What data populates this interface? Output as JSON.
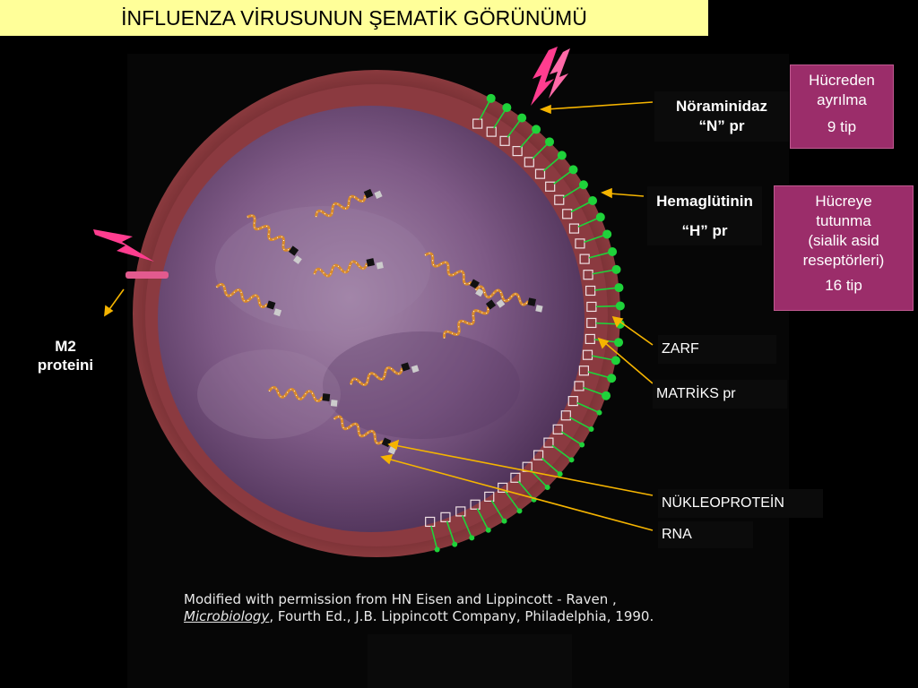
{
  "title": "İNFLUENZA VİRUSUNUN ŞEMATİK GÖRÜNÜMÜ",
  "labels": {
    "m2_line1": "M2",
    "m2_line2": "proteini",
    "noraminidaz_line1": "Nöraminidaz",
    "noraminidaz_line2": "“N” pr",
    "hemaglutinin_line1": "Hemaglütinin",
    "hemaglutinin_line2": "“H” pr",
    "zarf": "ZARF",
    "matriks": "MATRİKS pr",
    "nukleoprotein": "NÜKLEOPROTEİN",
    "rna": "RNA"
  },
  "info_boxes": {
    "detach": {
      "line1": "Hücreden",
      "line2": "ayrılma",
      "line3": "9 tip"
    },
    "attach": {
      "line1": "Hücreye",
      "line2": "tutunma",
      "line3": "(sialik asid",
      "line4": "reseptörleri)",
      "line5": "16 tip"
    }
  },
  "credit": {
    "line1": "Modified with permission from HN Eisen and Lippincott - Raven ,",
    "line2_italic": "Microbiology",
    "line2_rest": ", Fourth Ed., J.B. Lippincott Company, Philadelphia, 1990."
  },
  "colors": {
    "title_bg": "#ffff99",
    "info_box_bg": "#9b2d6a",
    "arrow": "#f5b400",
    "lightning": "#ff3d8f",
    "envelope": "#7a2f33",
    "core": "#7e5a86",
    "spike_green": "#1fd23a"
  }
}
